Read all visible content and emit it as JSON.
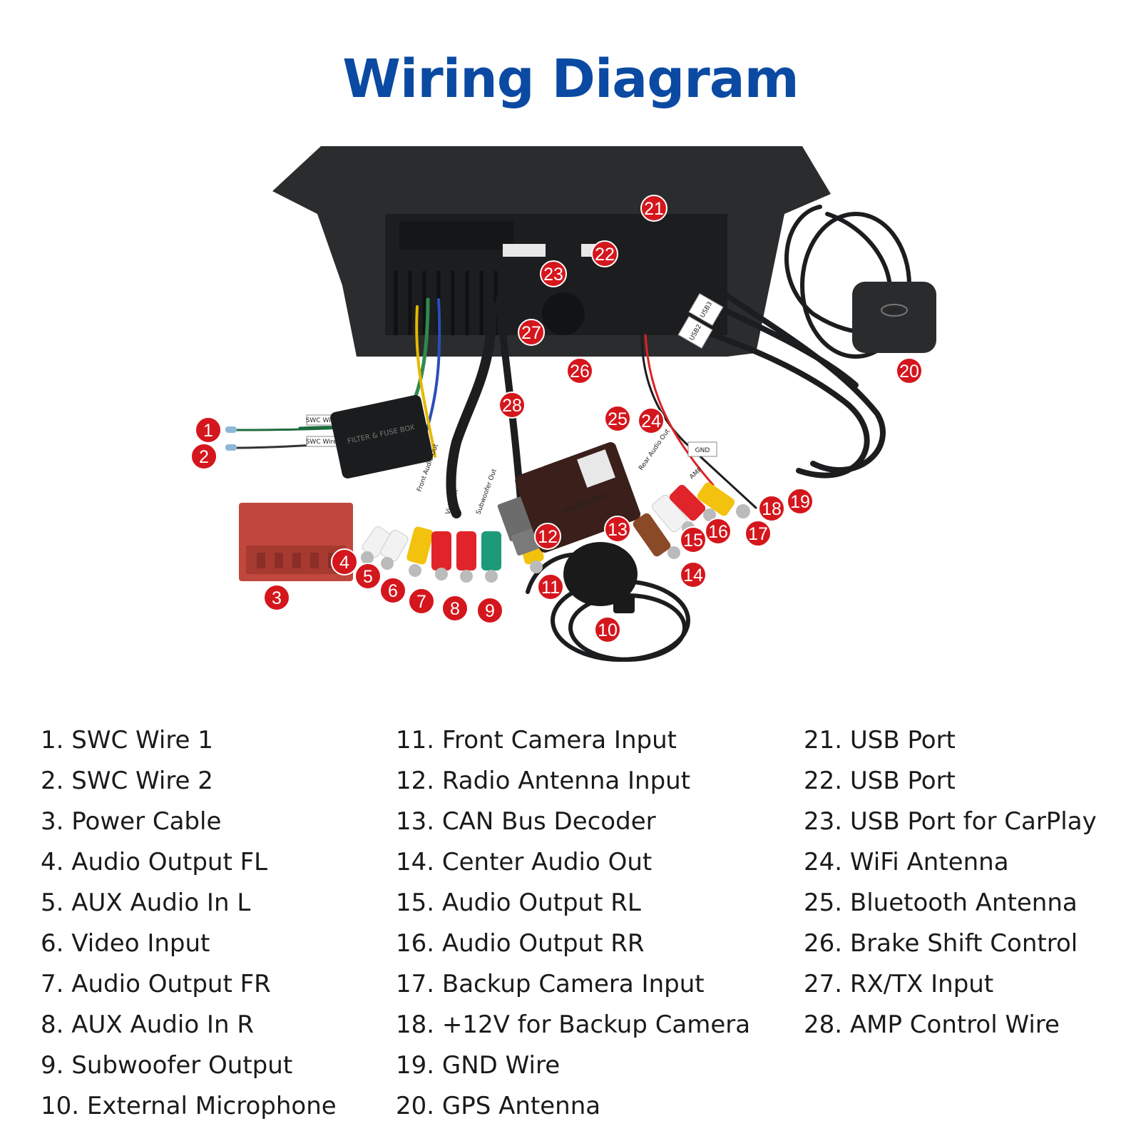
{
  "title": "Wiring Diagram",
  "labels": {
    "usb3": "USB3",
    "usb2": "USB2",
    "gnd": "GND",
    "gps": "GPS",
    "swc2_tag": "SWC Wire 2",
    "swc1_tag": "SWC Wire 1",
    "filter_box": "FILTER & FUSE BOX",
    "front_audio_out": "Front Audio Out",
    "video_in": "Video In",
    "subwoofer_out": "Subwoofer Out",
    "rear_audio_out": "Rear Audio Out",
    "amp": "AMP",
    "decoder_model": "RPS-MAZ-D013"
  },
  "legend": {
    "col1": [
      "1. SWC Wire 1",
      "2. SWC Wire 2",
      "3. Power Cable",
      "4. Audio Output FL",
      "5. AUX Audio In L",
      "6. Video Input",
      "7. Audio Output FR",
      "8. AUX Audio In R",
      "9. Subwoofer Output",
      "10. External Microphone"
    ],
    "col2": [
      "11. Front Camera Input",
      "12. Radio Antenna Input",
      "13. CAN Bus Decoder",
      "14. Center Audio Out",
      "15. Audio Output RL",
      "16. Audio Output RR",
      "17. Backup Camera Input",
      "18. +12V for Backup Camera",
      "19. GND Wire",
      "20. GPS Antenna"
    ],
    "col3": [
      "21. USB Port",
      "22. USB Port",
      "23. USB Port for CarPlay",
      "24. WiFi Antenna",
      "25. Bluetooth Antenna",
      "26. Brake Shift Control",
      "27. RX/TX Input",
      "28. AMP Control Wire"
    ]
  },
  "badges": [
    "1",
    "2",
    "3",
    "4",
    "5",
    "6",
    "7",
    "8",
    "9",
    "10",
    "11",
    "12",
    "13",
    "14",
    "15",
    "16",
    "17",
    "18",
    "19",
    "20",
    "21",
    "22",
    "23",
    "24",
    "25",
    "26",
    "27",
    "28"
  ],
  "colors": {
    "title": "#0b4aa2",
    "badge": "#d4161d",
    "unit_body": "#2b2c2e",
    "power_plug": "#c0473b",
    "rca_red": "#e0242a",
    "rca_white": "#f2f2f2",
    "rca_yellow": "#f3c20f",
    "rca_green": "#1c9a7a",
    "rca_brown": "#8a4a28"
  }
}
